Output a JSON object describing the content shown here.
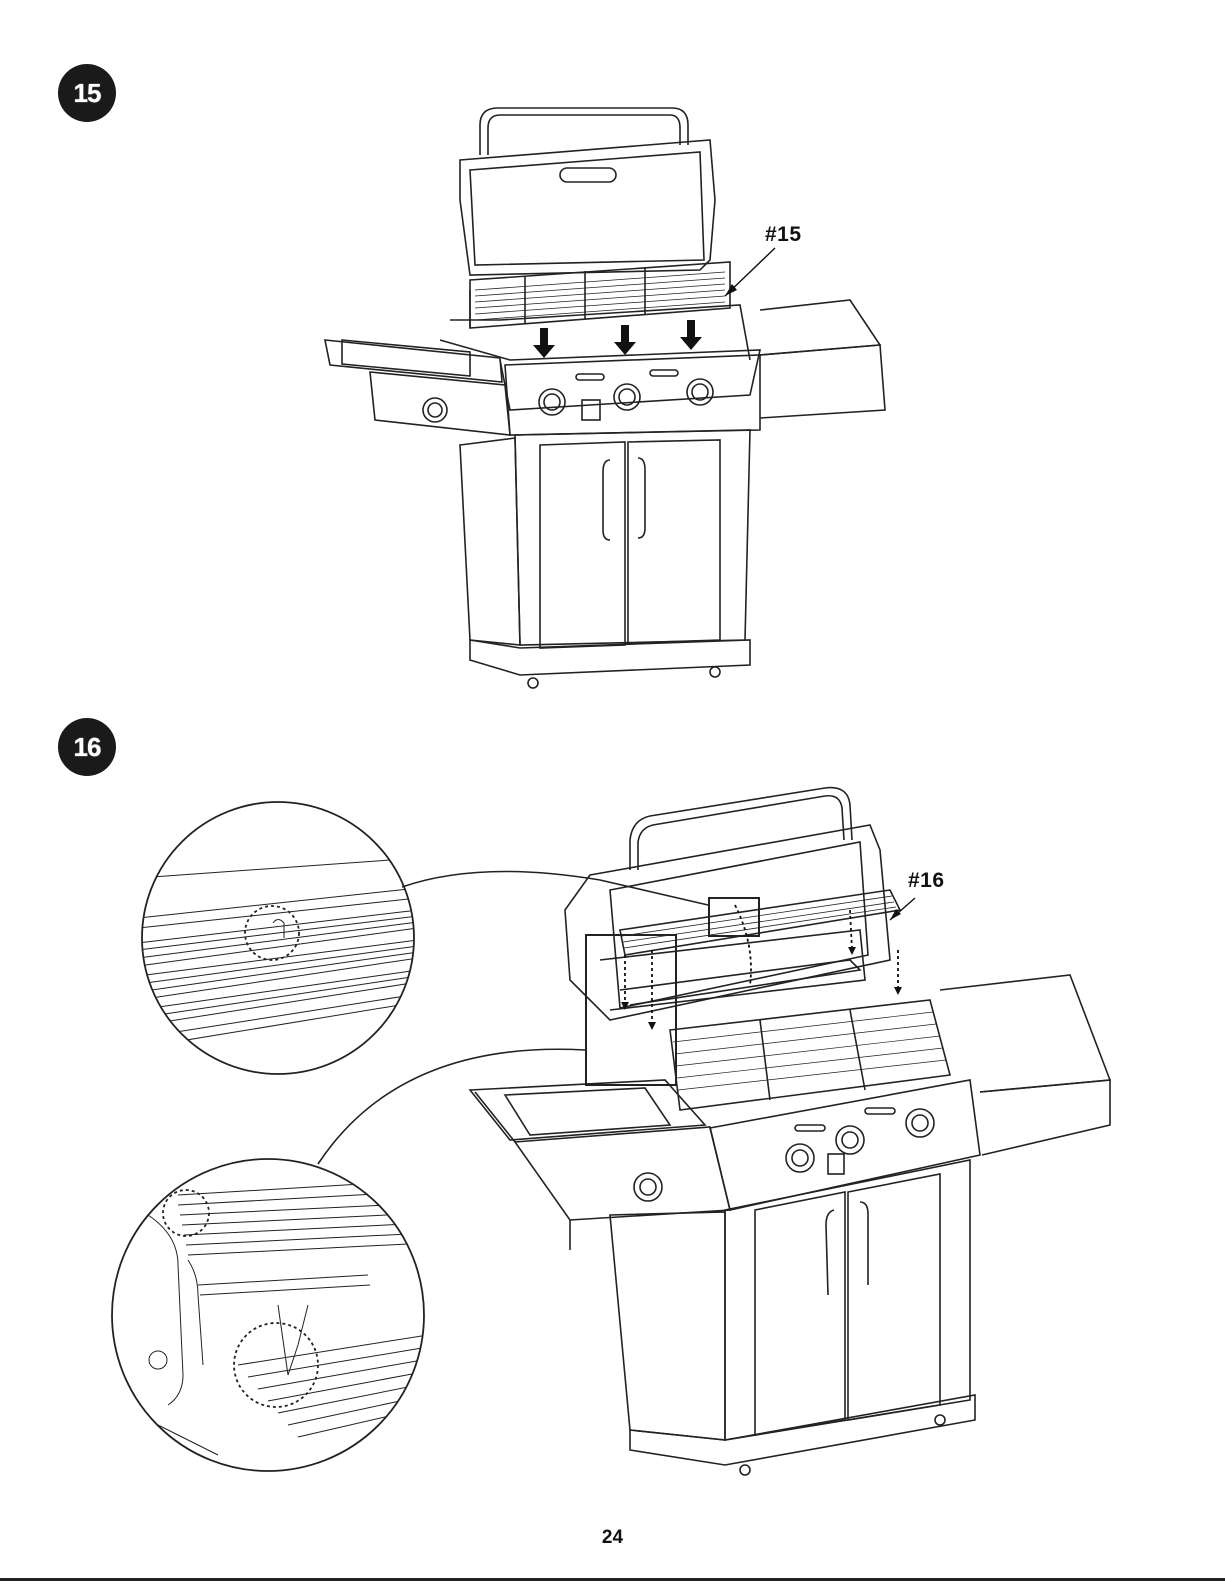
{
  "page": {
    "number": "24"
  },
  "steps": [
    {
      "badge": "15",
      "part_label": "#15"
    },
    {
      "badge": "16",
      "part_label": "#16"
    }
  ],
  "icons": {
    "step_15_art": "grill-cooking-grates-install-illustration",
    "step_16_art": "grill-warming-rack-install-illustration",
    "arrow": "down-arrow-icon"
  }
}
